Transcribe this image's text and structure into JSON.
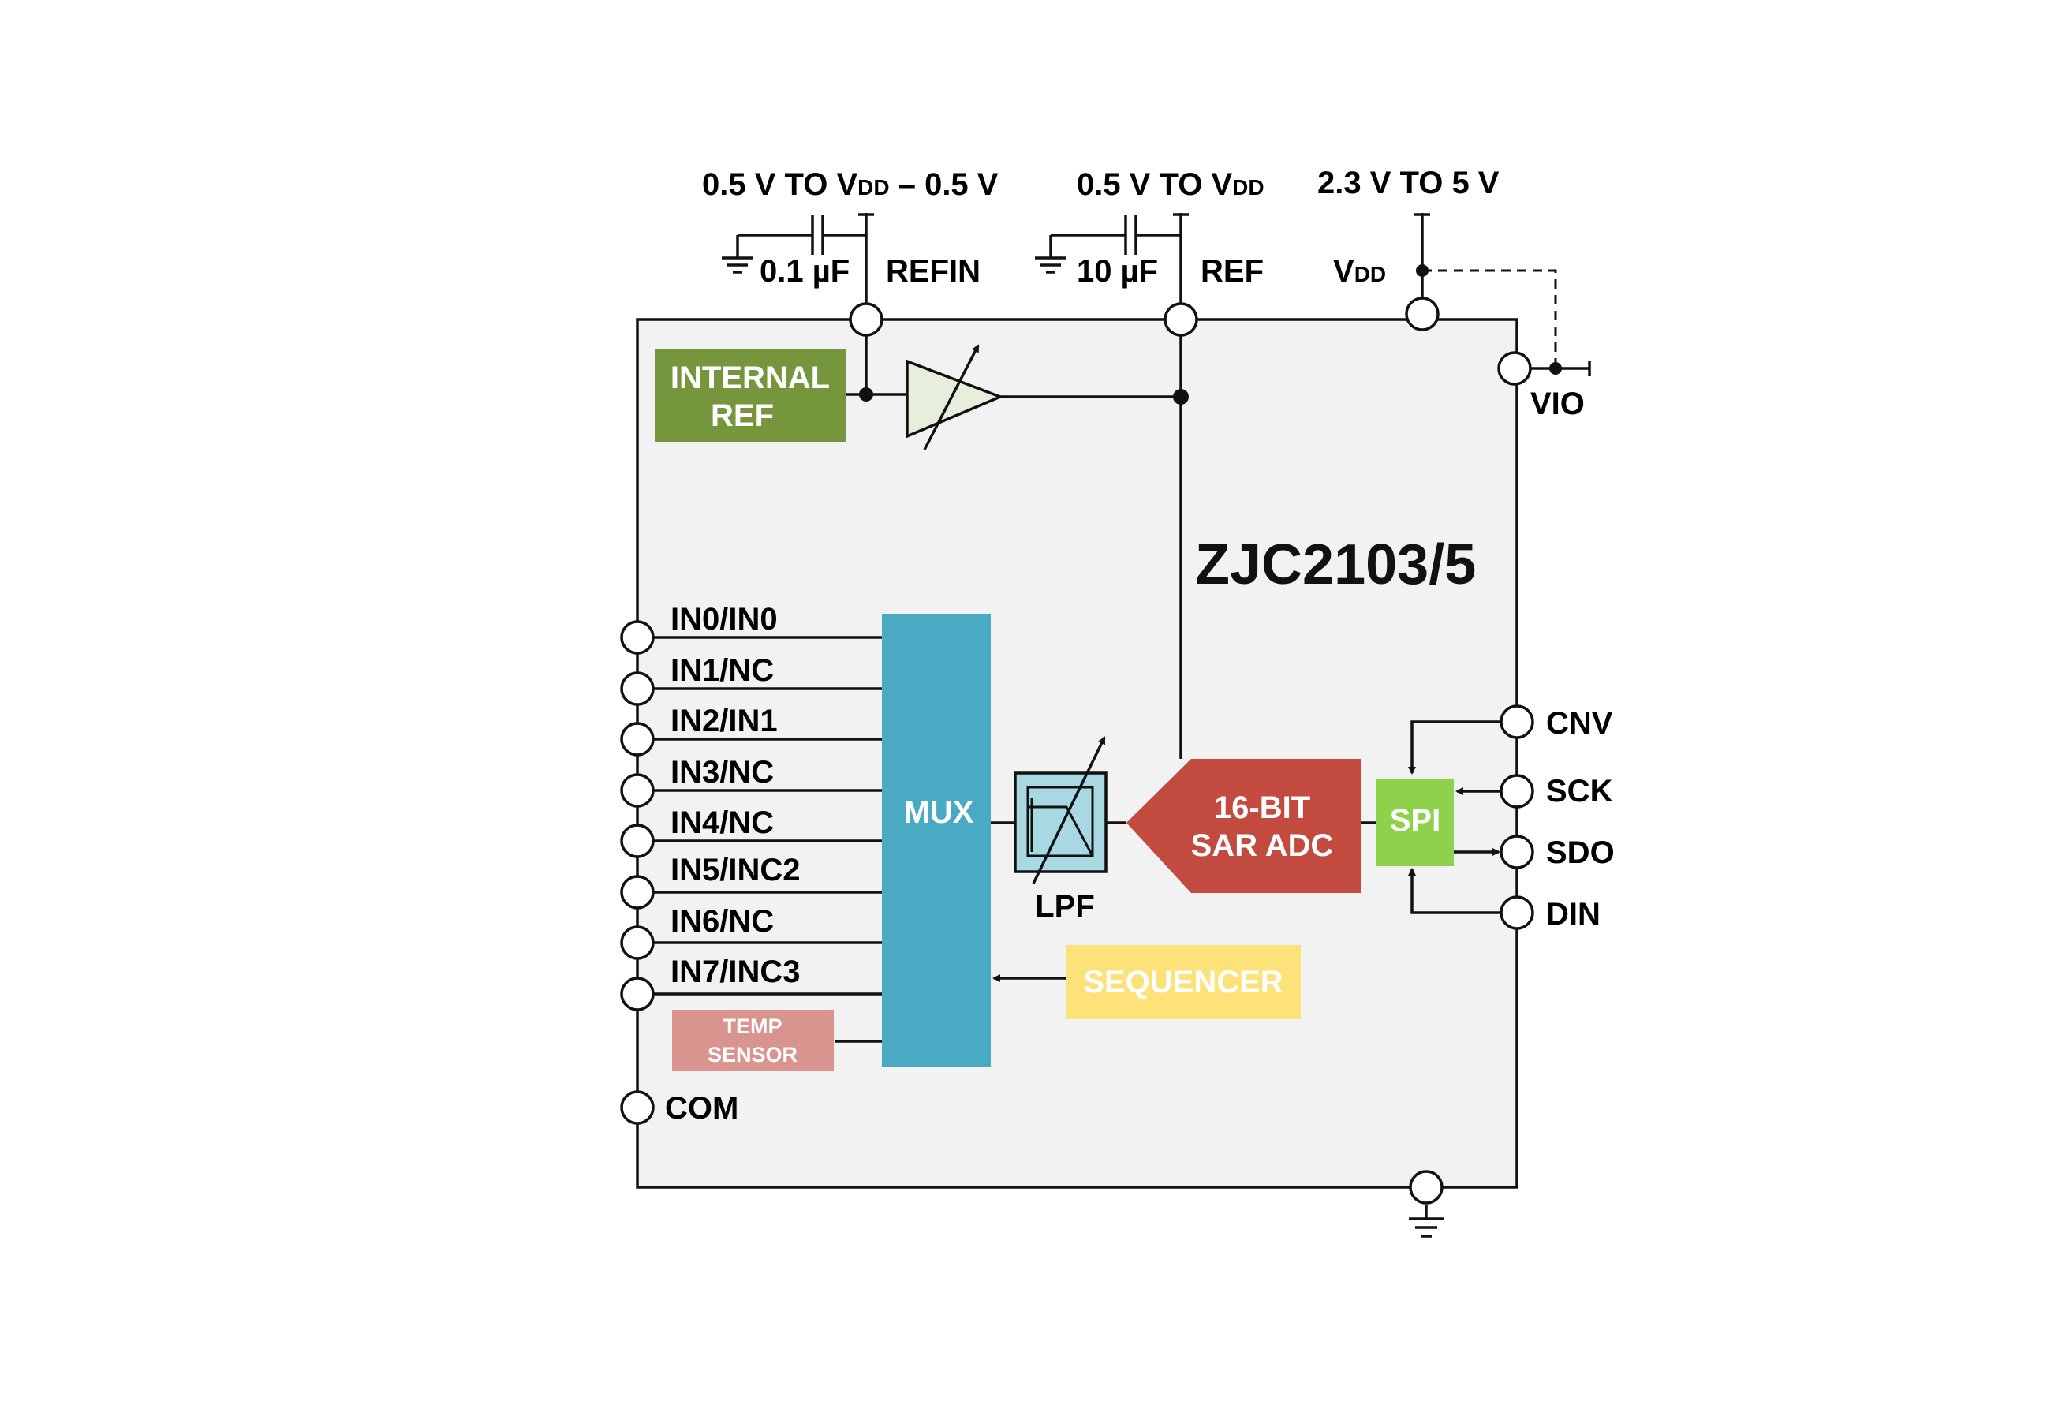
{
  "chip": {
    "name": "ZJC2103/5"
  },
  "top_supplies": {
    "refin_range": {
      "main_a": "0.5 V TO V",
      "sub": "DD",
      "main_b": " – 0.5 V"
    },
    "ref_range": {
      "main_a": "0.5 V TO V",
      "sub": "DD"
    },
    "vdd_range": "2.3 V TO 5 V"
  },
  "pins": {
    "refin": "REFIN",
    "ref": "REF",
    "vdd": {
      "main": "V",
      "sub": "DD"
    },
    "vio": "VIO",
    "inputs": [
      "IN0/IN0",
      "IN1/NC",
      "IN2/IN1",
      "IN3/NC",
      "IN4/NC",
      "IN5/INC2",
      "IN6/NC",
      "IN7/INC3"
    ],
    "com": "COM",
    "digital": [
      "CNV",
      "SCK",
      "SDO",
      "DIN"
    ]
  },
  "capacitors": {
    "refin_cap": "0.1 µF",
    "ref_cap": "10 µF"
  },
  "blocks": {
    "internal_ref": [
      "INTERNAL",
      "REF"
    ],
    "mux": "MUX",
    "lpf": "LPF",
    "adc": [
      "16-BIT",
      "SAR ADC"
    ],
    "spi": "SPI",
    "sequencer": "SEQUENCER",
    "temp_sensor": [
      "TEMP",
      "SENSOR"
    ]
  },
  "colors": {
    "chip_body": "#f2f2f2",
    "internal_ref": "#76963d",
    "mux": "#4aaac4",
    "lpf": "#a8d8e2",
    "adc": "#c24a3e",
    "spi": "#8ed24c",
    "sequencer": "#fde27a",
    "temp_sensor": "#da9490",
    "buffer": "#e8eedc"
  }
}
